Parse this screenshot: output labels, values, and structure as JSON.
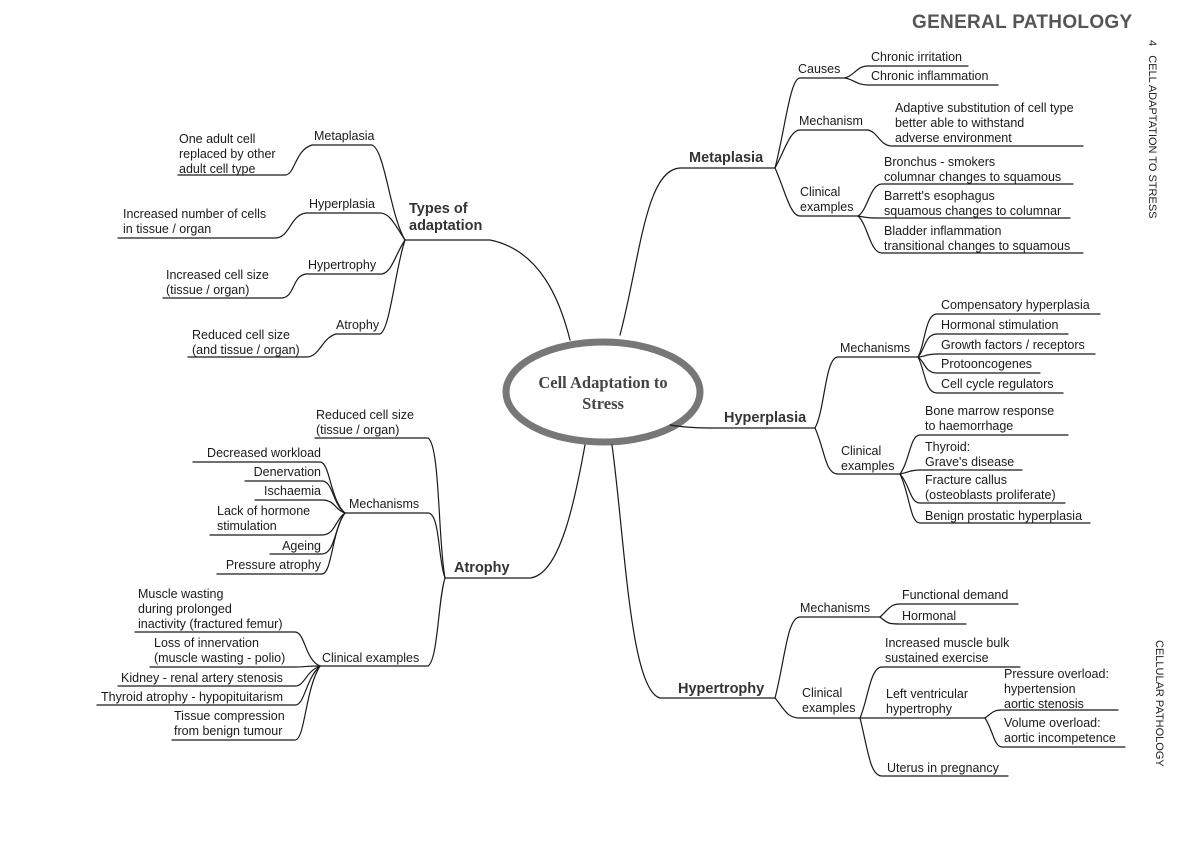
{
  "header": {
    "title": "GENERAL PATHOLOGY",
    "chapter": "4   CELL ADAPTATION TO STRESS",
    "section": "CELLULAR PATHOLOGY"
  },
  "center": "Cell Adaptation to\nStress",
  "types": {
    "title": "Types of\nadaptation",
    "metaplasia": {
      "label": "Metaplasia",
      "desc": "One adult cell\nreplaced by other\nadult cell type"
    },
    "hyperplasia": {
      "label": "Hyperplasia",
      "desc": "Increased number of cells\nin tissue / organ"
    },
    "hypertrophy": {
      "label": "Hypertrophy",
      "desc": "Increased cell size\n(tissue / organ)"
    },
    "atrophy": {
      "label": "Atrophy",
      "desc": "Reduced cell size\n(and tissue / organ)"
    }
  },
  "atrophy": {
    "title": "Atrophy",
    "reduced": "Reduced cell size\n(tissue / organ)",
    "mechanisms": {
      "label": "Mechanisms",
      "items": [
        "Decreased workload",
        "Denervation",
        "Ischaemia",
        "Lack of hormone\nstimulation",
        "Ageing",
        "Pressure atrophy"
      ]
    },
    "clinical": {
      "label": "Clinical examples",
      "items": [
        "Muscle wasting\nduring prolonged\ninactivity (fractured femur)",
        "Loss of innervation\n(muscle wasting - polio)",
        "Kidney - renal artery stenosis",
        "Thyroid atrophy - hypopituitarism",
        "Tissue compression\nfrom benign tumour"
      ]
    }
  },
  "metaplasia": {
    "title": "Metaplasia",
    "causes": {
      "label": "Causes",
      "items": [
        "Chronic irritation",
        "Chronic inflammation"
      ]
    },
    "mechanism": {
      "label": "Mechanism",
      "text": "Adaptive substitution of cell type\nbetter able to withstand\nadverse environment"
    },
    "clinical": {
      "label": "Clinical\nexamples",
      "items": [
        "Bronchus - smokers\ncolumnar changes to squamous",
        "Barrett's esophagus\nsquamous changes to columnar",
        "Bladder inflammation\ntransitional changes to squamous"
      ]
    }
  },
  "hyperplasia": {
    "title": "Hyperplasia",
    "mechanisms": {
      "label": "Mechanisms",
      "items": [
        "Compensatory hyperplasia",
        "Hormonal stimulation",
        "Growth factors / receptors",
        "Protooncogenes",
        "Cell cycle regulators"
      ]
    },
    "clinical": {
      "label": "Clinical\nexamples",
      "items": [
        "Bone marrow response\nto haemorrhage",
        "Thyroid:\nGrave's disease",
        "Fracture callus\n(osteoblasts proliferate)",
        "Benign prostatic hyperplasia"
      ]
    }
  },
  "hypertrophy": {
    "title": "Hypertrophy",
    "mechanisms": {
      "label": "Mechanisms",
      "items": [
        "Functional demand",
        "Hormonal"
      ]
    },
    "clinical": {
      "label": "Clinical\nexamples",
      "muscle": "Increased muscle bulk\nsustained exercise",
      "lvh": "Left ventricular\nhypertrophy",
      "pressure": "Pressure overload:\nhypertension\naortic stenosis",
      "volume": "Volume overload:\naortic incompetence",
      "uterus": "Uterus in pregnancy"
    }
  },
  "colors": {
    "ink": "#1a1a1a",
    "ring": "#777777",
    "header": "#555555"
  }
}
